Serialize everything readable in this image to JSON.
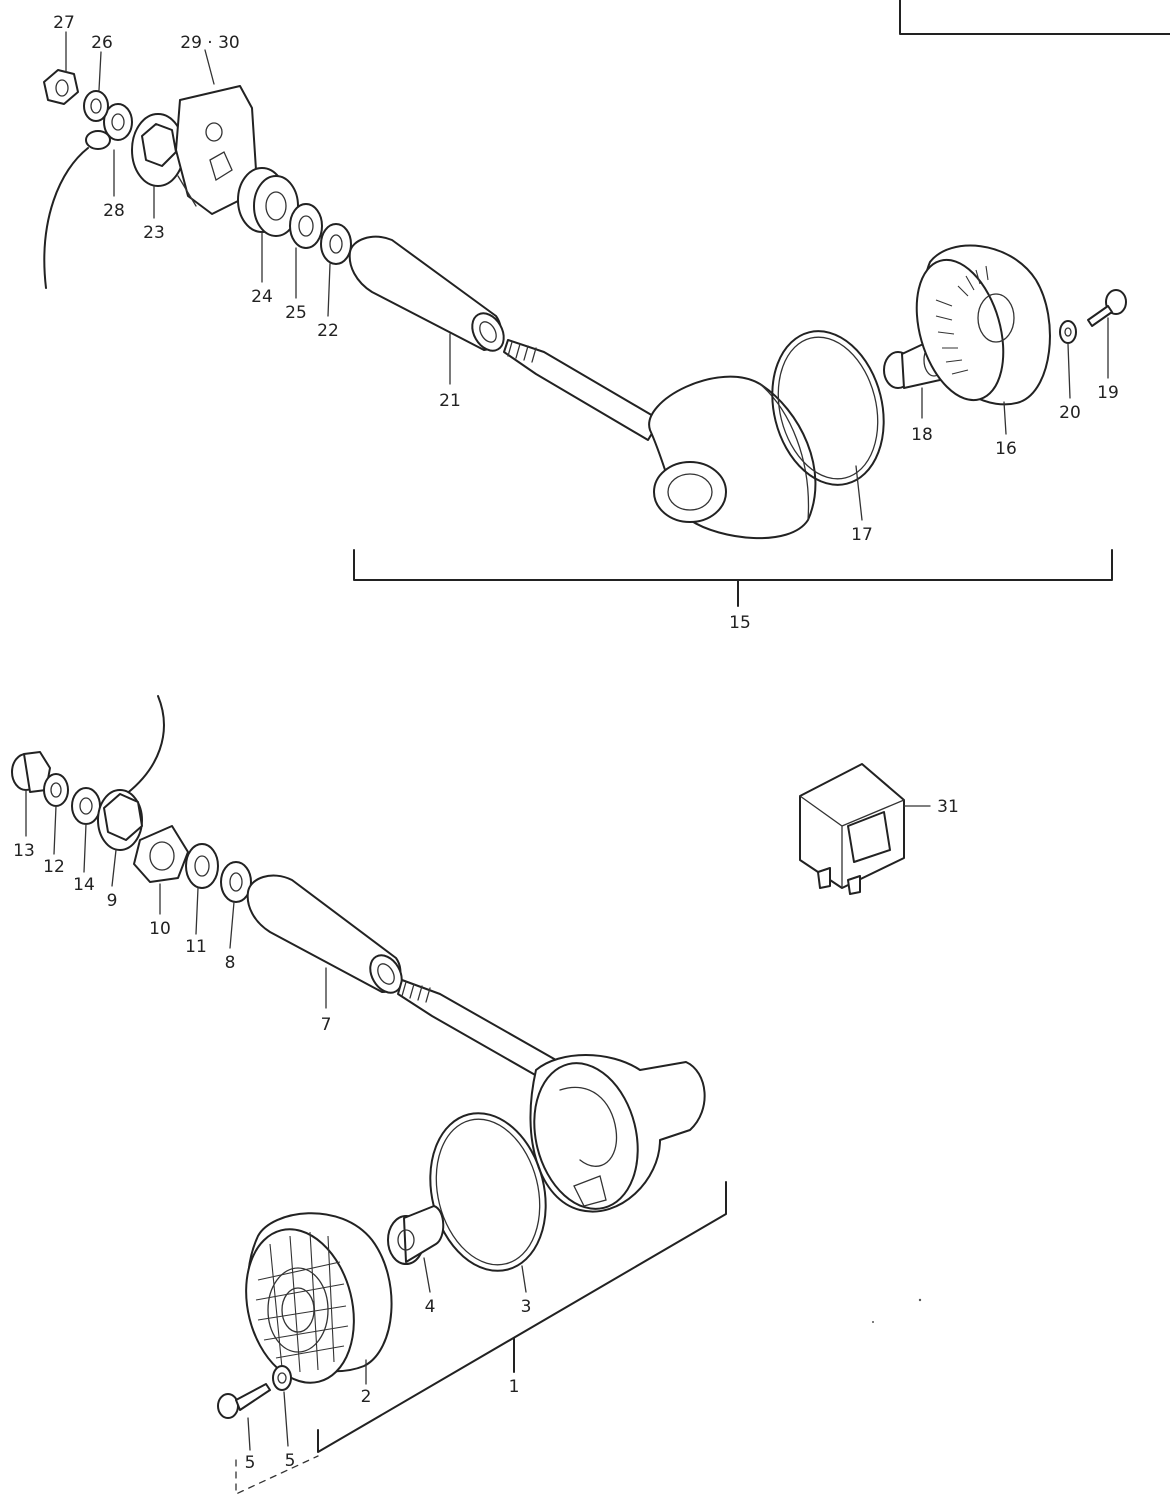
{
  "labels": {
    "p1": "1",
    "p2": "2",
    "p3": "3",
    "p4": "4",
    "p5a": "5",
    "p5b": "5",
    "p7": "7",
    "p8": "8",
    "p9": "9",
    "p10": "10",
    "p11": "11",
    "p12": "12",
    "p13": "13",
    "p14": "14",
    "p15": "15",
    "p16": "16",
    "p17": "17",
    "p18": "18",
    "p19": "19",
    "p20": "20",
    "p21": "21",
    "p22": "22",
    "p23": "23",
    "p24": "24",
    "p25": "25",
    "p26": "26",
    "p27": "27",
    "p28": "28",
    "p2930": "29 · 30",
    "p31": "31"
  }
}
